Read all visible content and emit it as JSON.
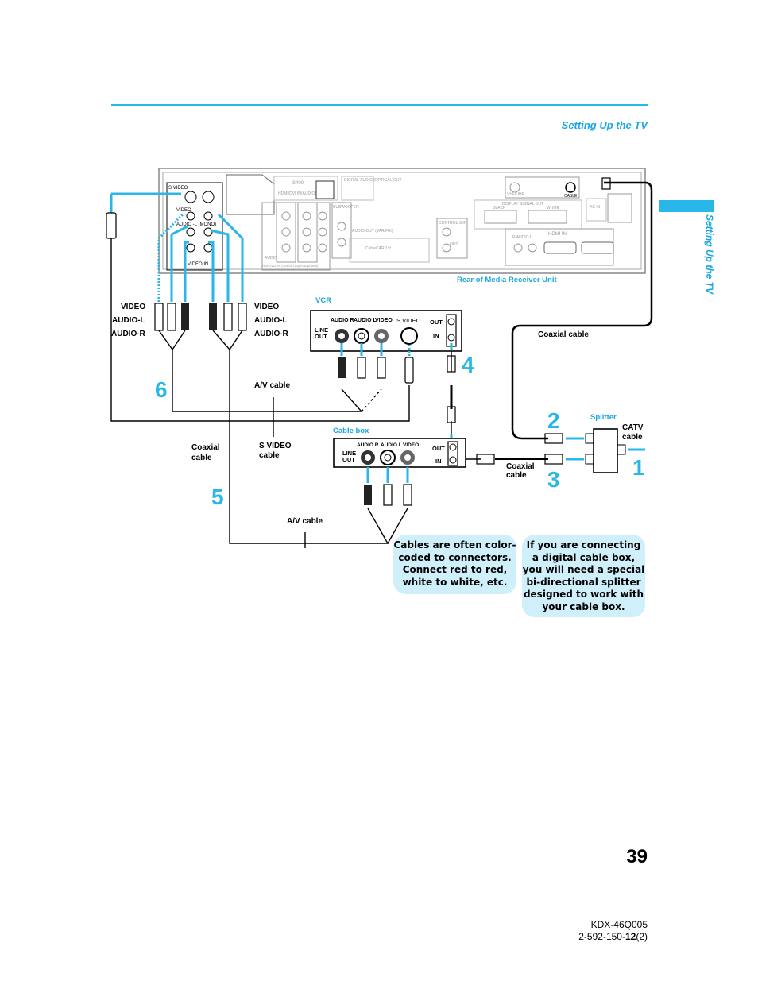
{
  "header": {
    "section_title": "Setting Up the TV",
    "side_tab_label": "Setting Up the TV"
  },
  "diagram": {
    "rear_panel_caption": "Rear of Media Receiver Unit",
    "vcr_title": "VCR",
    "cable_box_title": "Cable box",
    "splitter_title": "Splitter",
    "catv_cable": "CATV cable",
    "coaxial_cable_top": "Coaxial cable",
    "coaxial_cable_left": "Coaxial cable",
    "coaxial_cable_splitter": "Coaxial cable",
    "av_cable_top": "A/V cable",
    "av_cable_bottom": "A/V cable",
    "s_video_cable": "S VIDEO cable",
    "tv_left_plugs": [
      "VIDEO",
      "AUDIO-L",
      "AUDIO-R"
    ],
    "tv_right_plugs": [
      "VIDEO",
      "AUDIO-L",
      "AUDIO-R"
    ],
    "vcr_jacks": [
      "AUDIO R",
      "AUDIO L",
      "VIDEO",
      "S VIDEO"
    ],
    "vcr_line_out": "LINE OUT",
    "vcr_out": "OUT",
    "vcr_in": "IN",
    "cable_box_jacks": [
      "AUDIO R",
      "AUDIO L",
      "VIDEO"
    ],
    "cable_box_line_out": "LINE OUT",
    "cable_box_out": "OUT",
    "cable_box_in": "IN",
    "step_numbers": [
      "1",
      "2",
      "3",
      "4",
      "5",
      "6"
    ],
    "panel_labels": {
      "s_video": "S VIDEO",
      "video": "VIDEO",
      "audio_l_mono": "AUDIO -L (MONO)",
      "video_in": "VIDEO IN",
      "digital_audio": "DIGITAL AUDIO (OPTICAL)OUT",
      "s400": "S400",
      "hdmi_dvi": "HDMI/DVI IN(AUDIO)",
      "subwoofer": "SUBWOOFER",
      "audio_out": "AUDIO OUT (VAR/FIX)",
      "cable_card": "CableCARD™",
      "control_s_in": "CONTROL S IN",
      "control_s_out": "OUT",
      "vhf_uhf": "VHF/UHF",
      "cable": "CABLE",
      "display_signal_out": "DISPLAY SIGNAL OUT",
      "black": "BLACK",
      "white": "WHITE",
      "ac_in": "AC IN",
      "hdmi_in": "HDMI IN",
      "r_audio_l": "R AUDIO L",
      "hd_component": "HD/DVD IN (1080i/720p/480p/480i)",
      "audio": "AUDIO"
    }
  },
  "notes": {
    "color_coded": "Cables are often color-coded to connectors. Connect red to red, white to white, etc.",
    "digital_splitter": "If you are connecting a digital cable box, you will need a special bi-directional splitter designed to work with your cable box."
  },
  "footer": {
    "page_number": "39",
    "model": "KDX-46Q005",
    "part_prefix": "2-592-150-",
    "part_bold": "12",
    "part_suffix": "(2)"
  },
  "colors": {
    "accent": "#29b6e8",
    "accent_text": "#1aa7e0",
    "bubble": "#cfeffb"
  }
}
